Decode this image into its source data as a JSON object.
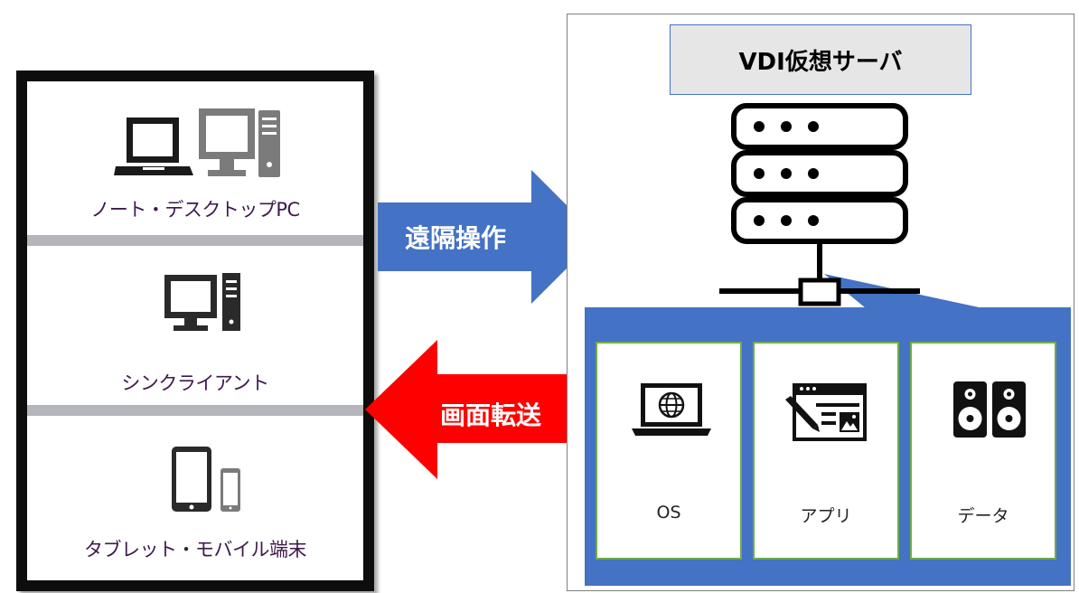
{
  "client": {
    "items": [
      {
        "label": "ノート・デスクトップPC",
        "icon": "laptop-desktop-icon"
      },
      {
        "label": "シンクライアント",
        "icon": "thin-client-icon"
      },
      {
        "label": "タブレット・モバイル端末",
        "icon": "tablet-phone-icon"
      }
    ],
    "label_color": "#3c1a4a",
    "separator_color": "#b5b6bb"
  },
  "arrows": {
    "remote_operation": {
      "label": "遠隔操作",
      "color": "#4472c4"
    },
    "screen_transfer": {
      "label": "画面転送",
      "color": "#ff0000"
    }
  },
  "server": {
    "title": "VDI仮想サーバ",
    "title_bg": "#e7e6e6",
    "region_color": "#4472c4",
    "components": [
      {
        "label": "OS",
        "icon": "laptop-globe-icon"
      },
      {
        "label": "アプリ",
        "icon": "app-window-pen-icon"
      },
      {
        "label": "データ",
        "icon": "speakers-icon"
      }
    ]
  }
}
